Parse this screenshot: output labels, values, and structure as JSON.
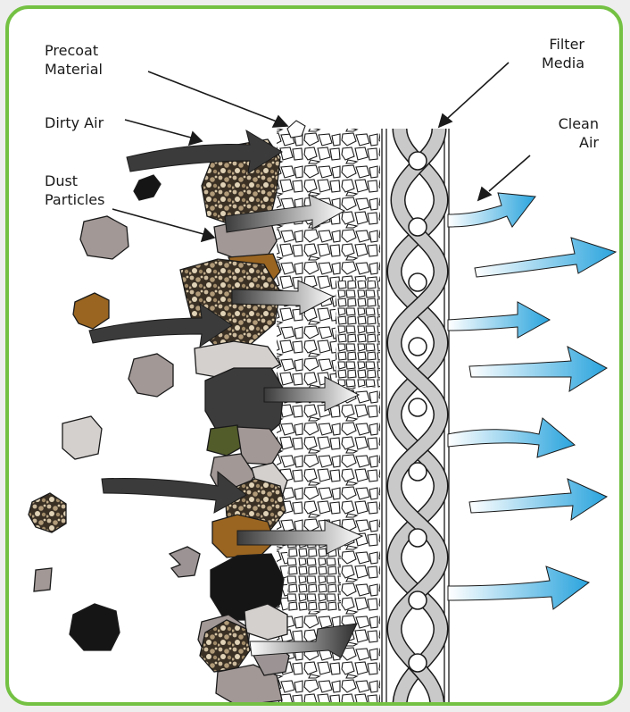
{
  "labels": {
    "precoat": "Precoat\nMaterial",
    "dirty_air": "Dirty Air",
    "dust": "Dust\nParticles",
    "filter": "Filter\nMedia",
    "clean_air": "Clean\nAir"
  },
  "colors": {
    "frame_border": "#74c143",
    "dark_arrow": "#3b3b3b",
    "clean_arrow": "#2aa4dd",
    "filter_media": "#c9c9c9",
    "mottled_dust": "#9c8a72",
    "brown_dust": "#9a6521",
    "gray_dust": "#a29896",
    "olive_dust": "#525c2a",
    "black_dust": "#151515"
  }
}
